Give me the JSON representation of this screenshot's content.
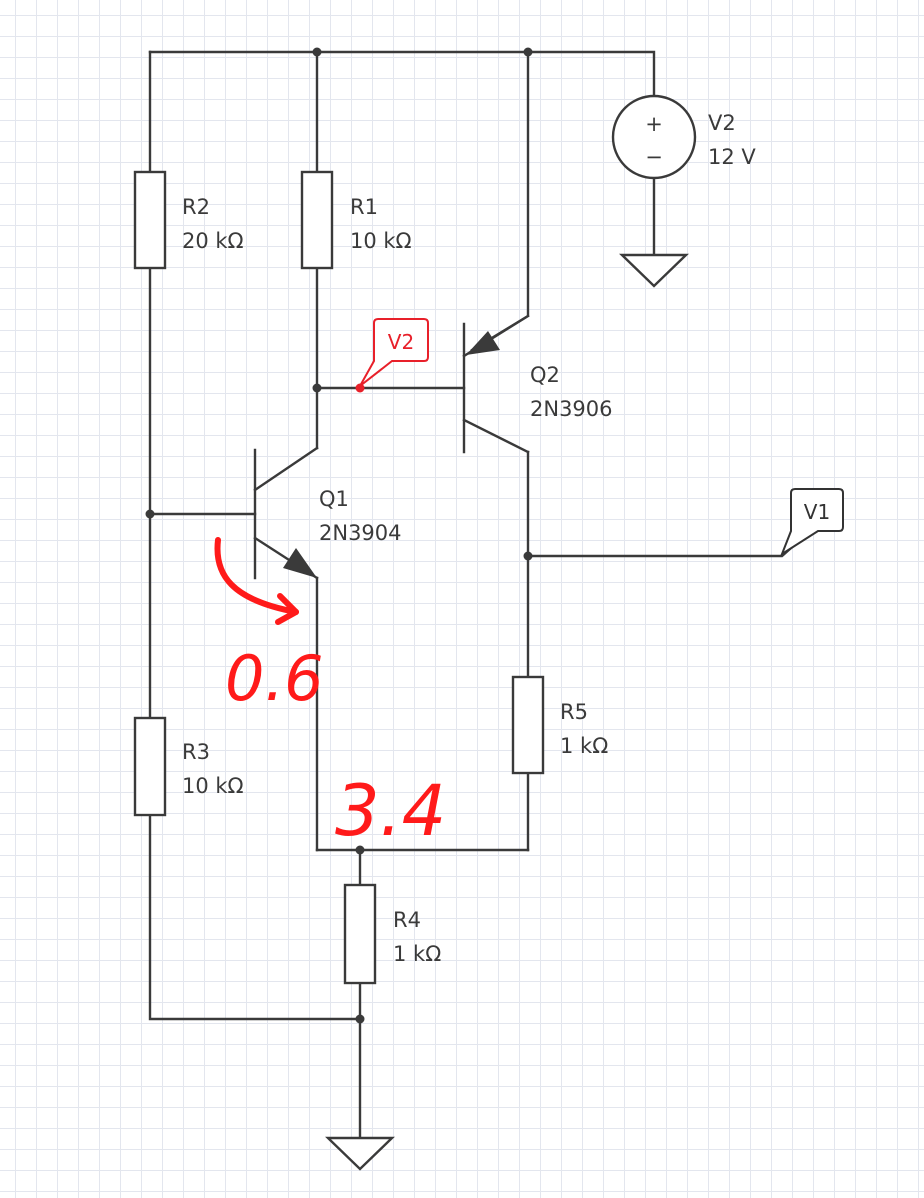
{
  "components": {
    "r1": {
      "ref": "R1",
      "value": "10 kΩ"
    },
    "r2": {
      "ref": "R2",
      "value": "20 kΩ"
    },
    "r3": {
      "ref": "R3",
      "value": "10 kΩ"
    },
    "r4": {
      "ref": "R4",
      "value": "1 kΩ"
    },
    "r5": {
      "ref": "R5",
      "value": "1 kΩ"
    },
    "q1": {
      "ref": "Q1",
      "part": "2N3904"
    },
    "q2": {
      "ref": "Q2",
      "part": "2N3906"
    },
    "v2": {
      "ref": "V2",
      "value": "12 V",
      "plus": "+",
      "minus": "−"
    }
  },
  "probes": {
    "v2_probe": "V2",
    "v1_probe": "V1"
  },
  "annotations": {
    "vbe": "0.6",
    "emitter_voltage": "3.4"
  },
  "colors": {
    "wire": "#3a3a3a",
    "grid": "#e3e6ee",
    "probe_highlight": "#e8202a",
    "handwriting": "#ff1a1a"
  }
}
